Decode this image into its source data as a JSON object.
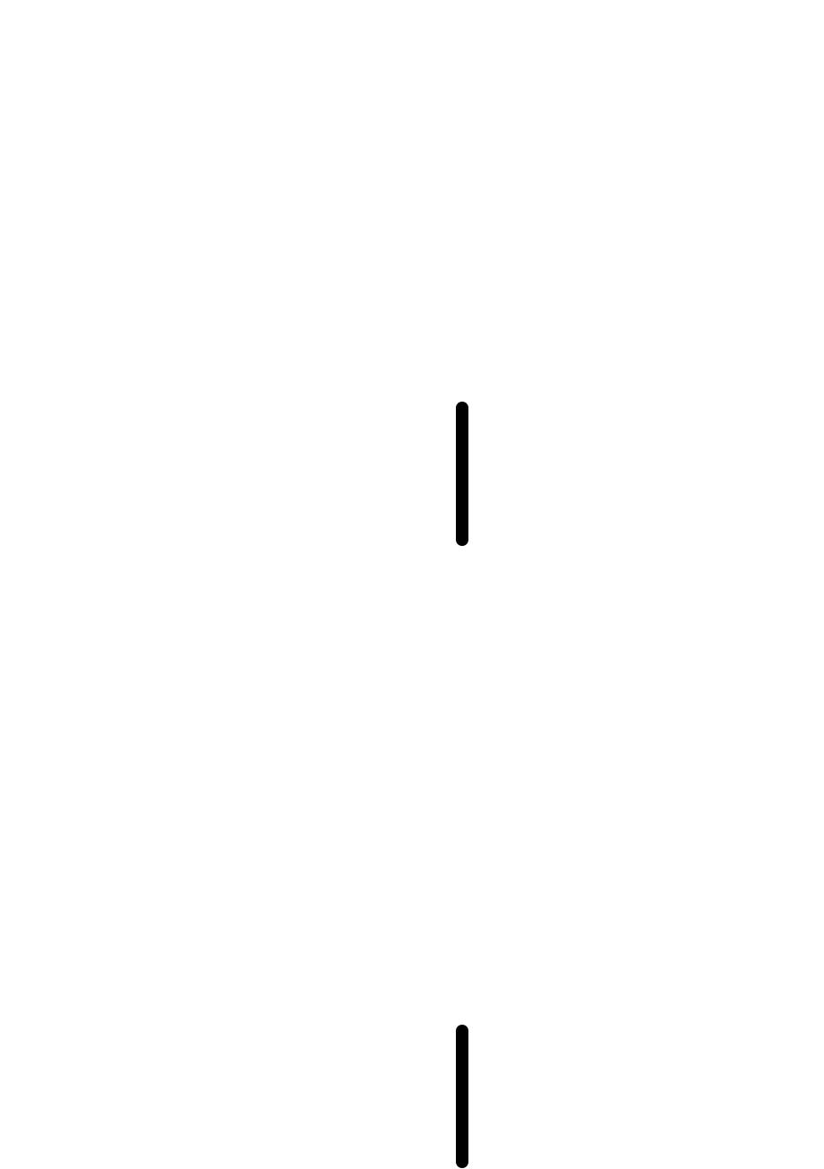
{
  "figure": {
    "background_color": "#ffffff",
    "ink_color": "#000000",
    "panels": [
      {
        "name": "fractal-tree-top",
        "trunk_direction": "up",
        "recursion_depth": 11,
        "branch_angles_deg": [
          40,
          -70
        ],
        "branch_scales": [
          0.75,
          0.62
        ]
      },
      {
        "name": "fractal-tree-bottom",
        "trunk_direction": "up",
        "recursion_depth": 12,
        "branch_angles_deg": [
          -30,
          50
        ],
        "branch_scales": [
          0.66,
          0.78
        ]
      }
    ]
  }
}
